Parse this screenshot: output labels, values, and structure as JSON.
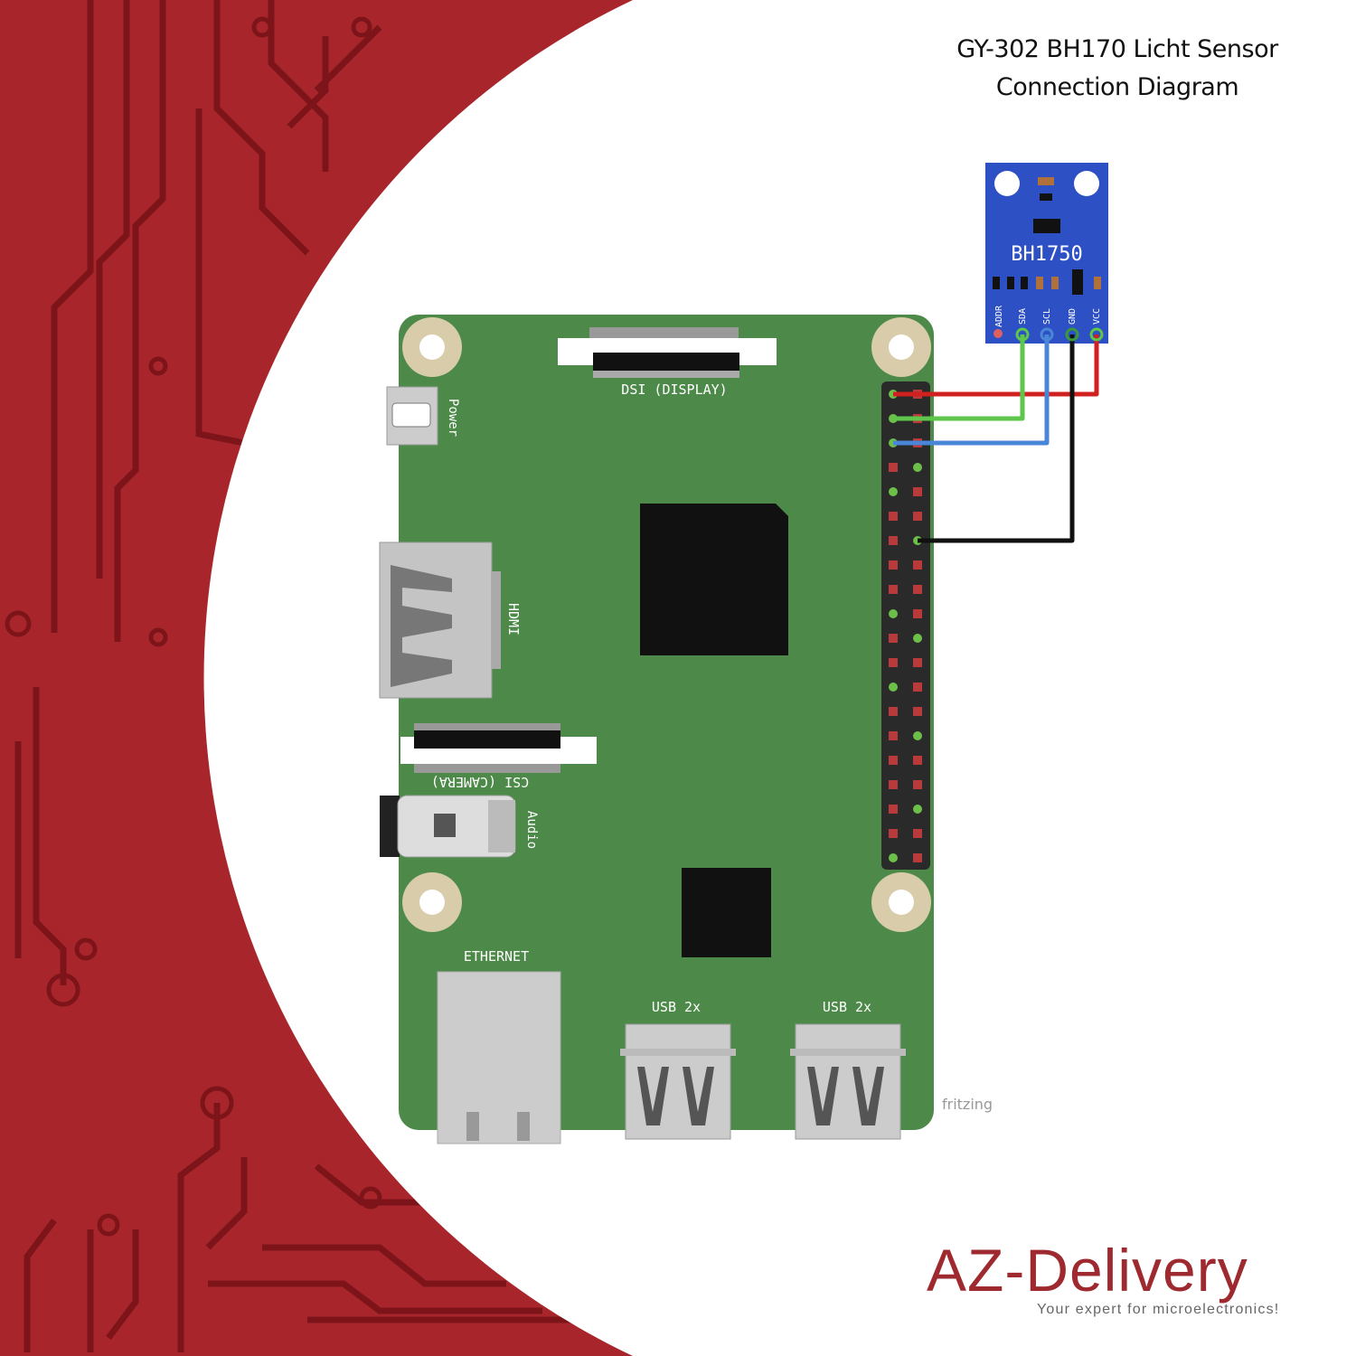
{
  "title": {
    "line1": "GY-302 BH170 Licht Sensor",
    "line2": "Connection Diagram"
  },
  "sensor": {
    "name": "BH1750",
    "pins": [
      "ADDR",
      "SDA",
      "SCL",
      "GND",
      "VCC"
    ]
  },
  "board_labels": {
    "dsi": "DSI (DISPLAY)",
    "power": "Power",
    "hdmi": "HDMI",
    "csi": "CSI (CAMERA)",
    "audio": "Audio",
    "ethernet": "ETHERNET",
    "usb1": "USB 2x",
    "usb2": "USB 2x"
  },
  "credit": "fritzing",
  "logo": {
    "brand": "AZ-Delivery",
    "tagline": "Your expert for microelectronics!"
  },
  "colors": {
    "brand_red": "#a8262b",
    "board_green": "#4d8a4a",
    "sensor_blue": "#2d50c4",
    "wire_vcc": "#d02020",
    "wire_sda": "#5ec64a",
    "wire_scl": "#4a86d8",
    "wire_gnd": "#111111"
  }
}
